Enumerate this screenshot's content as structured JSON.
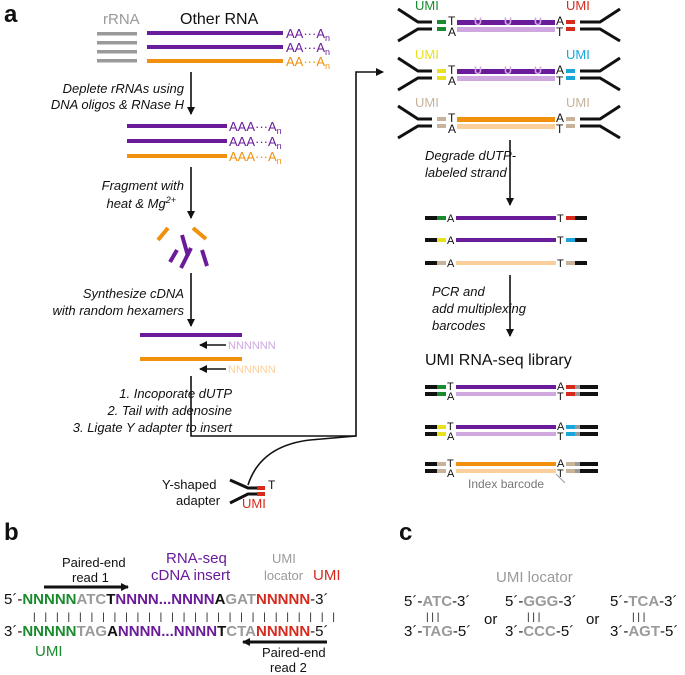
{
  "colors": {
    "purple": "#6a1b9a",
    "lavender": "#cfa8e0",
    "orange": "#f0900c",
    "peach": "#fbcf9c",
    "grey": "#9a9a9a",
    "green": "#1a8a2e",
    "red": "#d62a1e",
    "yellow": "#e8e020",
    "cyan": "#1aa6d8",
    "tan": "#c7b39a",
    "black": "#111111"
  },
  "panel_a": {
    "label": "a",
    "rrna": "rRNA",
    "other_rna": "Other RNA",
    "polya": "AA···A",
    "polya_sub": "n",
    "polya2": "AAA···A",
    "step1a": "Deplete rRNAs using",
    "step1b": "DNA oligos & RNase H",
    "step2a": "Fragment with",
    "step2b": "heat & Mg",
    "step2sup": "2+",
    "step3a": "Synthesize cDNA",
    "step3b": "with random hexamers",
    "hexamer": "NNNNNN",
    "list1": "1. Incoporate dUTP",
    "list2": "2. Tail with adenosine",
    "list3": "3. Ligate Y adapter to insert",
    "adapter_label_1": "Y-shaped",
    "adapter_label_2": "adapter",
    "umi": "UMI",
    "t": "T",
    "a_letter": "A",
    "u_letter": "U",
    "step4a": "Degrade dUTP-",
    "step4b": "labeled strand",
    "step5a": "PCR and",
    "step5b": "add multiplexing",
    "step5c": "barcodes",
    "library_title": "UMI RNA-seq library",
    "index_barcode": "Index barcode"
  },
  "panel_b": {
    "label": "b",
    "read1a": "Paired-end",
    "read1b": "read 1",
    "insert_a": "RNA-seq",
    "insert_b": "cDNA insert",
    "locator_a": "UMI",
    "locator_b": "locator",
    "umi_top": "UMI",
    "umi_bottom": "UMI",
    "read2a": "Paired-end",
    "read2b": "read 2",
    "top_p5": "5´-",
    "top_green": "NNNNN",
    "top_grey": "ATC",
    "top_T": "T",
    "top_purple": "NNNN...NNNN",
    "top_A": "A",
    "top_grey2": "GAT",
    "top_red": "NNNNN",
    "top_p3": "-3´",
    "bonds": "| | | | | | | | | | | | | | | | | | | | | | | | | | |",
    "bot_p3": "3´-",
    "bot_green": "NNNNN",
    "bot_grey": "TAG",
    "bot_A": "A",
    "bot_purple": "NNNN...NNNN",
    "bot_T": "T",
    "bot_grey2": "CTA",
    "bot_red": "NNNNN",
    "bot_p5": "-5´"
  },
  "panel_c": {
    "label": "c",
    "title": "UMI locator",
    "or": "or",
    "options": [
      {
        "top_pre": "5´-",
        "top_seq": "ATC",
        "top_post": "-3´",
        "bot_pre": "3´-",
        "bot_seq": "TAG",
        "bot_post": "-5´"
      },
      {
        "top_pre": "5´-",
        "top_seq": "GGG",
        "top_post": "-3´",
        "bot_pre": "3´-",
        "bot_seq": "CCC",
        "bot_post": "-5´"
      },
      {
        "top_pre": "5´-",
        "top_seq": "TCA",
        "top_post": "-3´",
        "bot_pre": "3´-",
        "bot_seq": "AGT",
        "bot_post": "-5´"
      }
    ],
    "bond3": "| | |"
  }
}
